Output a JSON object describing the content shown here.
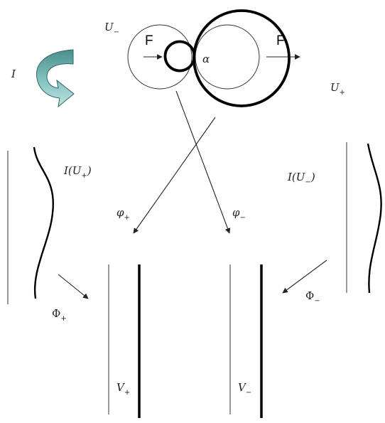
{
  "labels": {
    "U_minus": "U−",
    "U_plus": "U+",
    "I": "I",
    "F_left": "F",
    "F_right": "F",
    "alpha": "α",
    "I_U_plus": "I(U+)",
    "I_U_minus": "I(U−)",
    "phi_plus": "φ+",
    "phi_minus": "φ−",
    "Phi_plus": "Φ+",
    "Phi_minus": "Φ−",
    "V_plus": "V+",
    "V_minus": "V−"
  },
  "colors": {
    "rotation_arrow_top": "#4a8f8c",
    "rotation_arrow_mid": "#7fc0bd",
    "rotation_arrow_light": "#bfe3e1",
    "ink": "#000000"
  },
  "icons": {
    "rotation": "curved-arrow-icon"
  }
}
